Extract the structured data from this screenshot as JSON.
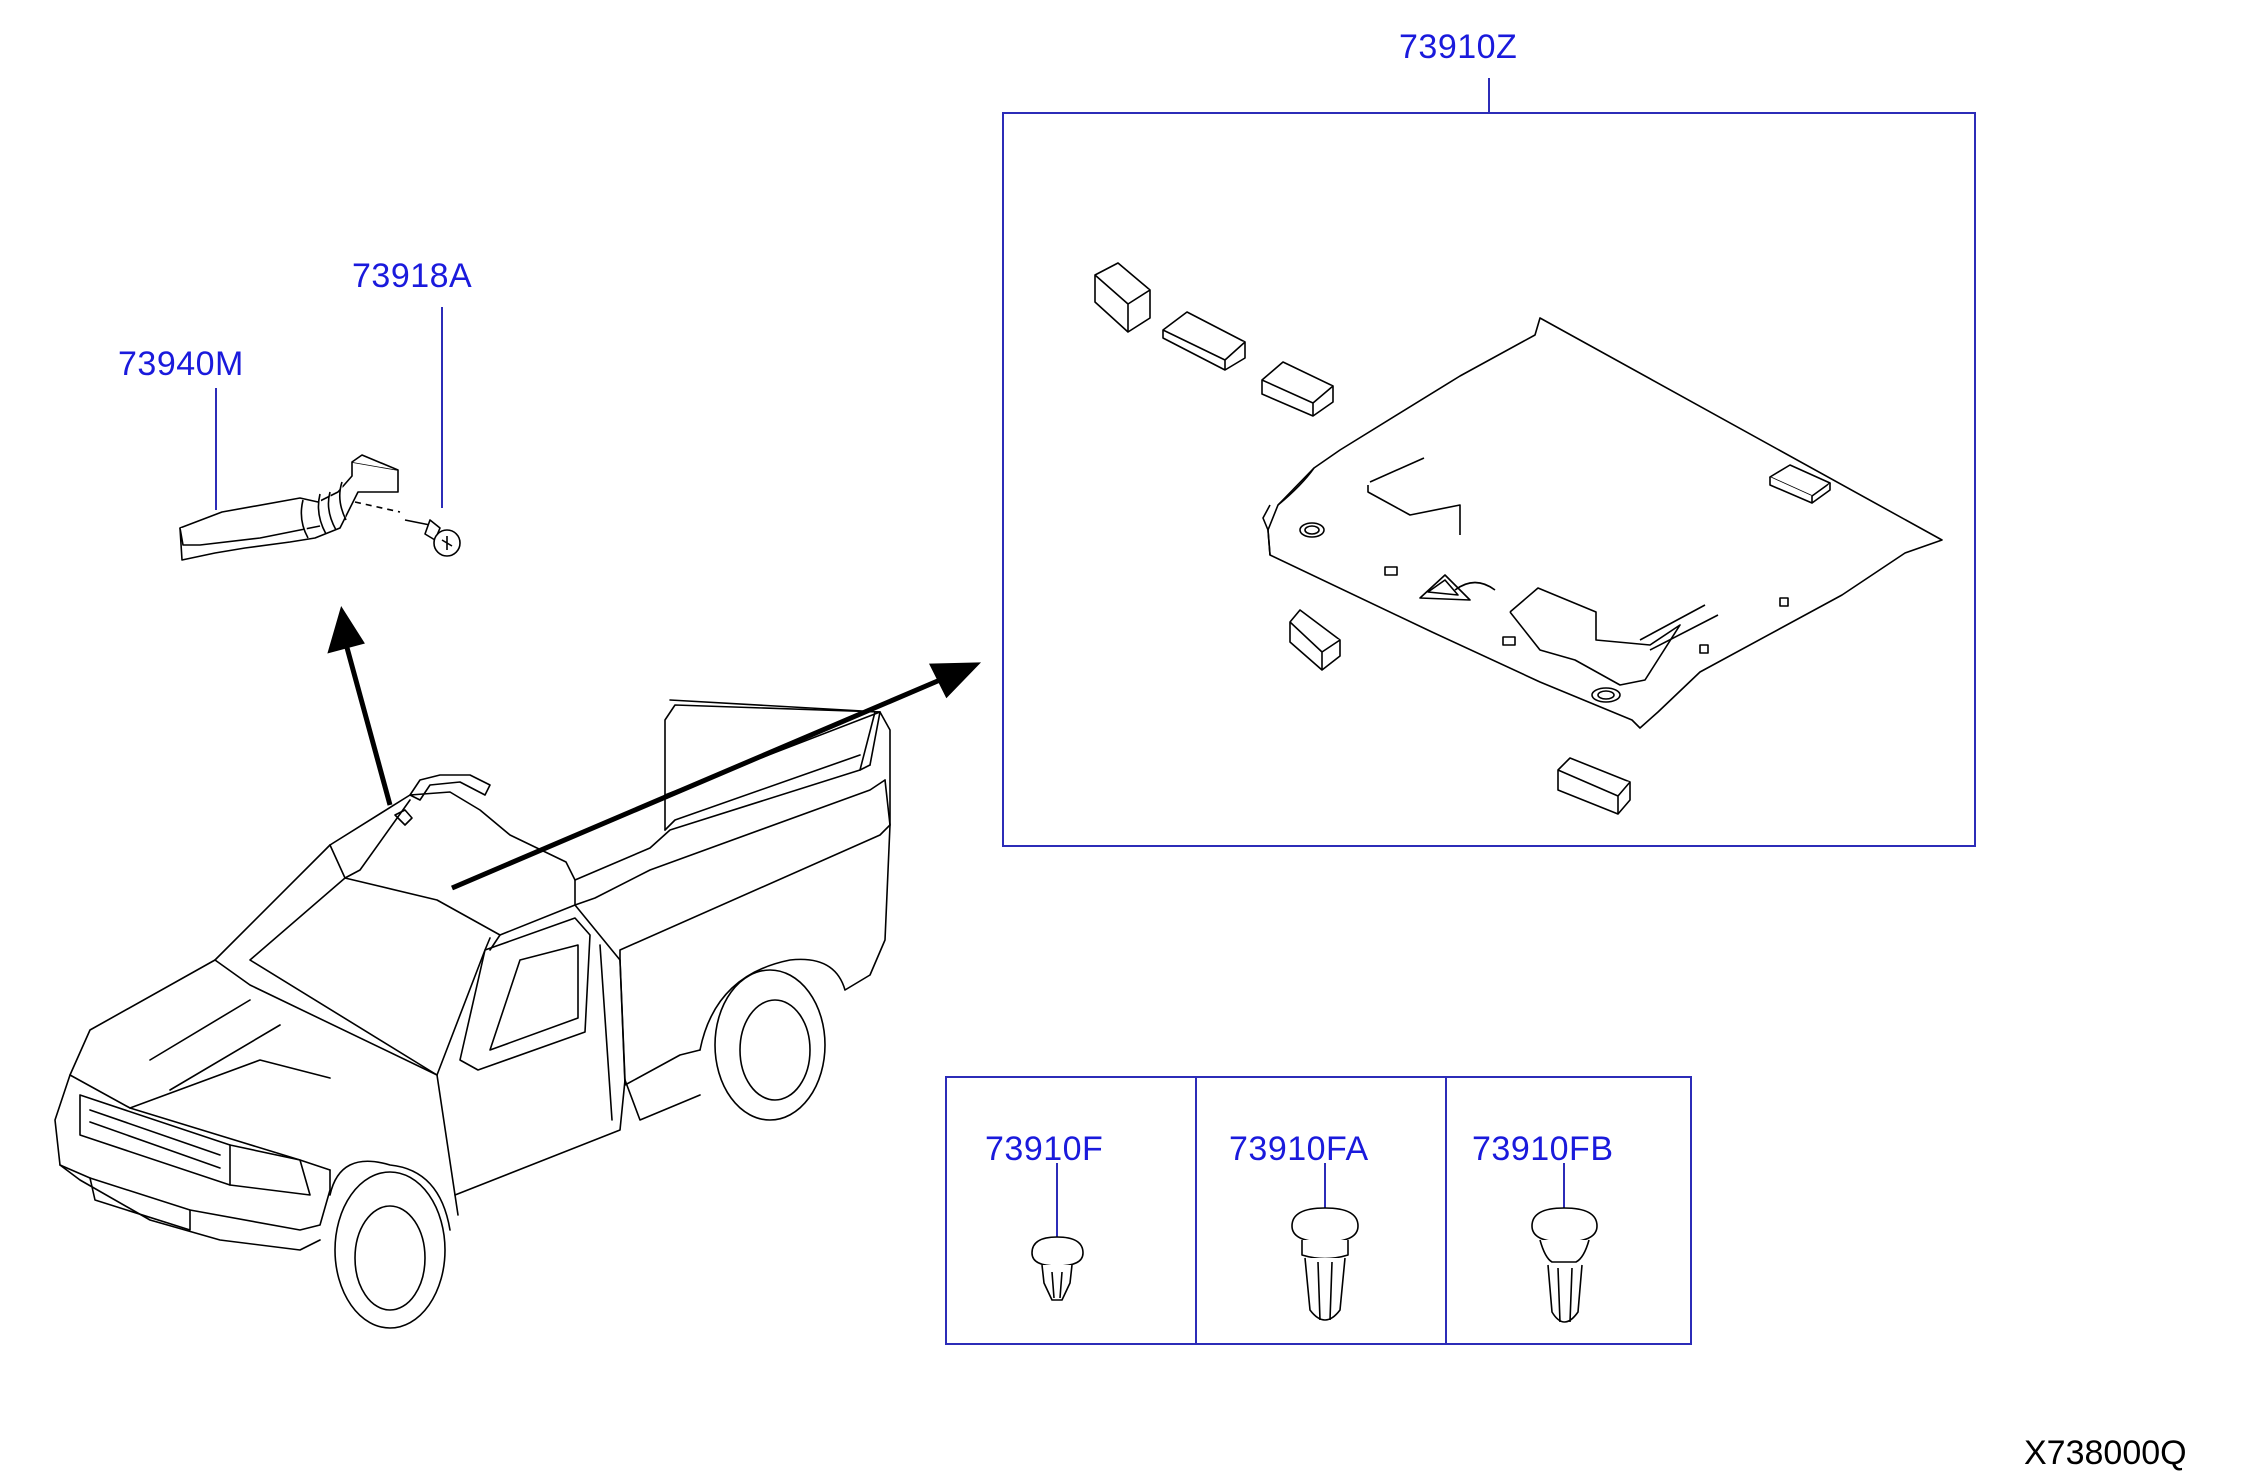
{
  "part_labels": {
    "headlining": "73910Z",
    "bolt": "73918A",
    "assist_grip": "73940M",
    "clip_f": "73910F",
    "clip_fa": "73910FA",
    "clip_fb": "73910FB"
  },
  "diagram_code": "X738000Q",
  "colors": {
    "label": "#1a1adc",
    "frame": "#2c2cb8",
    "line": "#000000"
  }
}
